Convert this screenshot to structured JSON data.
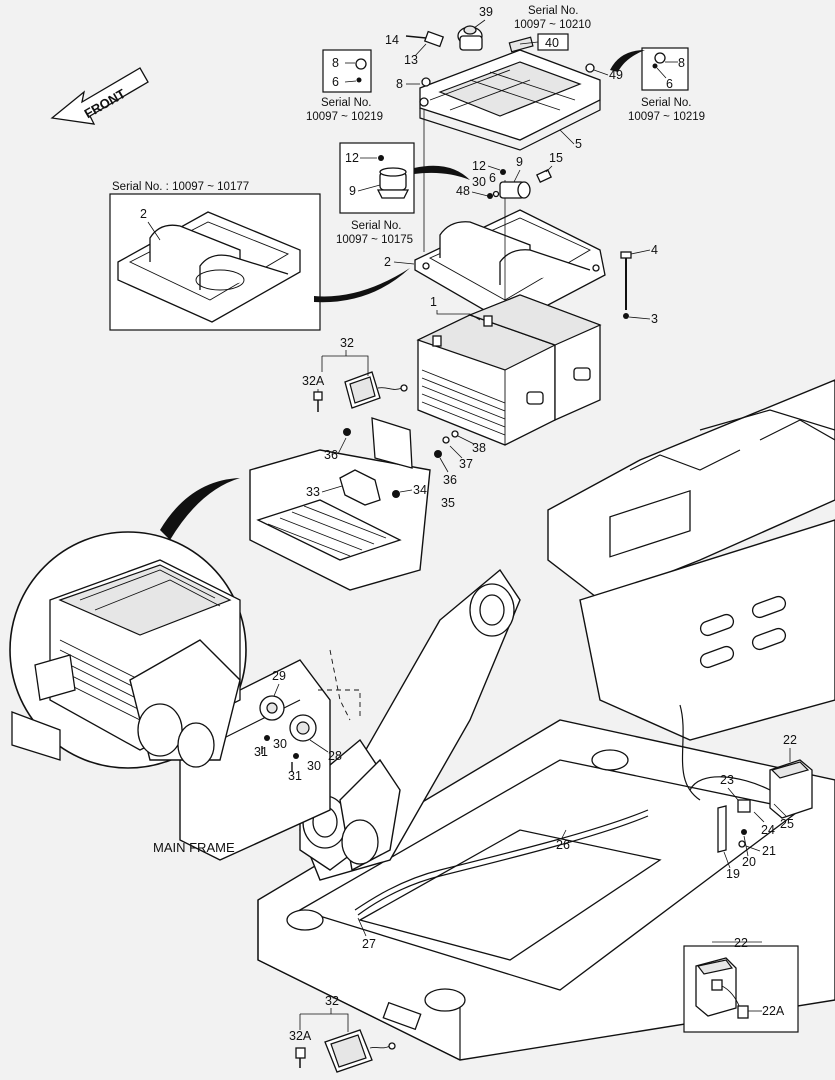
{
  "labels": {
    "front": "FRONT",
    "main_frame": "MAIN FRAME",
    "serial_a_title": "Serial No.",
    "serial_a_range": "10097 ~ 10210",
    "serial_b_title": "Serial No.",
    "serial_b_range": "10097 ~ 10219",
    "serial_c_title": "Serial No.",
    "serial_c_range": "10097 ~ 10219",
    "serial_d_title": "Serial No.",
    "serial_d_range": "10097 ~ 10175",
    "serial_e": "Serial No. : 10097 ~ 10177"
  },
  "callouts": {
    "c1": "1",
    "c2": "2",
    "c2b": "2",
    "c3": "3",
    "c4": "4",
    "c5": "5",
    "c6a": "6",
    "c6b": "6",
    "c6c": "6",
    "c8a": "8",
    "c8b": "8",
    "c8c": "8",
    "c9a": "9",
    "c9b": "9",
    "c12a": "12",
    "c12b": "12",
    "c13": "13",
    "c14": "14",
    "c15": "15",
    "c19": "19",
    "c20": "20",
    "c21": "21",
    "c22a": "22",
    "c22b": "22",
    "c22A": "22A",
    "c23": "23",
    "c24": "24",
    "c25": "25",
    "c26": "26",
    "c27": "27",
    "c28": "28",
    "c29": "29",
    "c30a": "30",
    "c30b": "30",
    "c30c": "30",
    "c31a": "31",
    "c31b": "31",
    "c32a": "32",
    "c32b": "32",
    "c32Aa": "32A",
    "c32Ab": "32A",
    "c33": "33",
    "c34": "34",
    "c35": "35",
    "c36a": "36",
    "c36b": "36",
    "c37": "37",
    "c38": "38",
    "c39": "39",
    "c40": "40",
    "c48": "48",
    "c49": "49"
  }
}
